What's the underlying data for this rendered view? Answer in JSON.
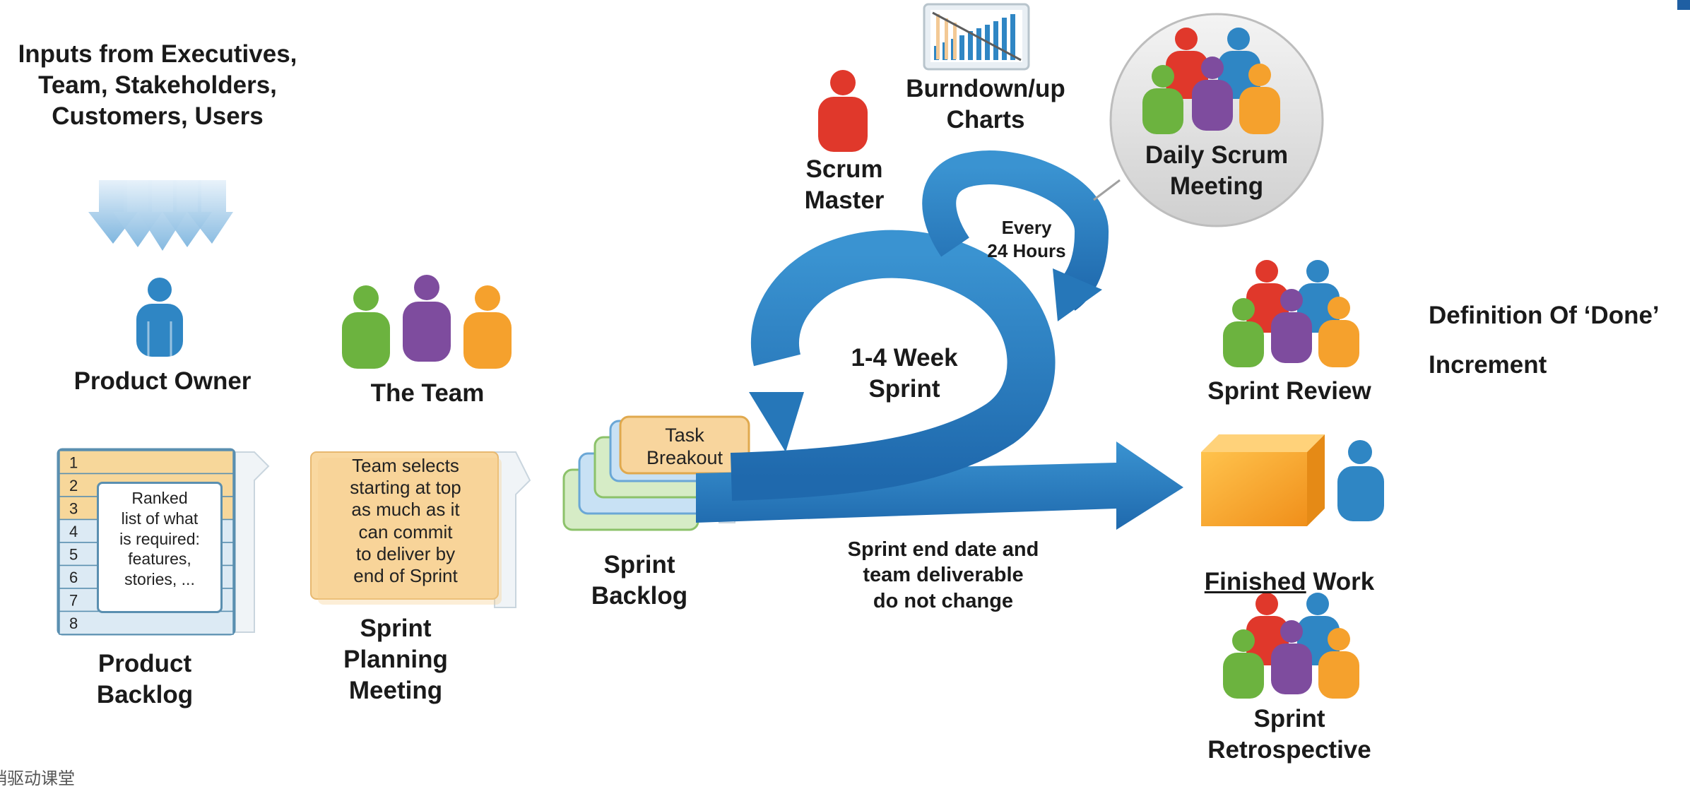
{
  "inputs": {
    "text": "Inputs from Executives,\nTeam, Stakeholders,\nCustomers, Users"
  },
  "product_owner": {
    "label": "Product Owner"
  },
  "the_team": {
    "label": "The Team"
  },
  "product_backlog": {
    "label": "Product\nBacklog",
    "rows": [
      "1",
      "2",
      "3",
      "4",
      "5",
      "6",
      "7",
      "8"
    ],
    "note": "Ranked\nlist of what\nis required:\nfeatures,\nstories, ..."
  },
  "sprint_planning": {
    "label": "Sprint\nPlanning\nMeeting",
    "note": "Team selects\nstarting at top\nas much as it\ncan commit\nto deliver by\nend of Sprint"
  },
  "sprint_backlog": {
    "label": "Sprint\nBacklog",
    "card": "Task\nBreakout"
  },
  "scrum_master": {
    "label": "Scrum\nMaster"
  },
  "burndown": {
    "label": "Burndown/up\nCharts"
  },
  "daily_scrum": {
    "label": "Daily Scrum\nMeeting",
    "cycle": "Every\n24 Hours"
  },
  "sprint": {
    "label": "1-4 Week\nSprint"
  },
  "sprint_note": "Sprint end date and\nteam deliverable\ndo not change",
  "sprint_review": {
    "label": "Sprint Review"
  },
  "finished_work": {
    "underlined": "Finished",
    "rest": " Work"
  },
  "sprint_retro": {
    "label": "Sprint\nRetrospective"
  },
  "definition_done": "Definition Of ‘Done’",
  "increment": "Increment",
  "footer_fragment": "销驱动课堂",
  "colors": {
    "blue": "#2f86c4",
    "blue_dark": "#1f5fa3",
    "red": "#e0382b",
    "green": "#6cb33f",
    "purple": "#7e4c9e",
    "orange": "#f5a12d",
    "backlog_fill": "#f7d79a",
    "backlog_edge": "#5a8fb0"
  }
}
